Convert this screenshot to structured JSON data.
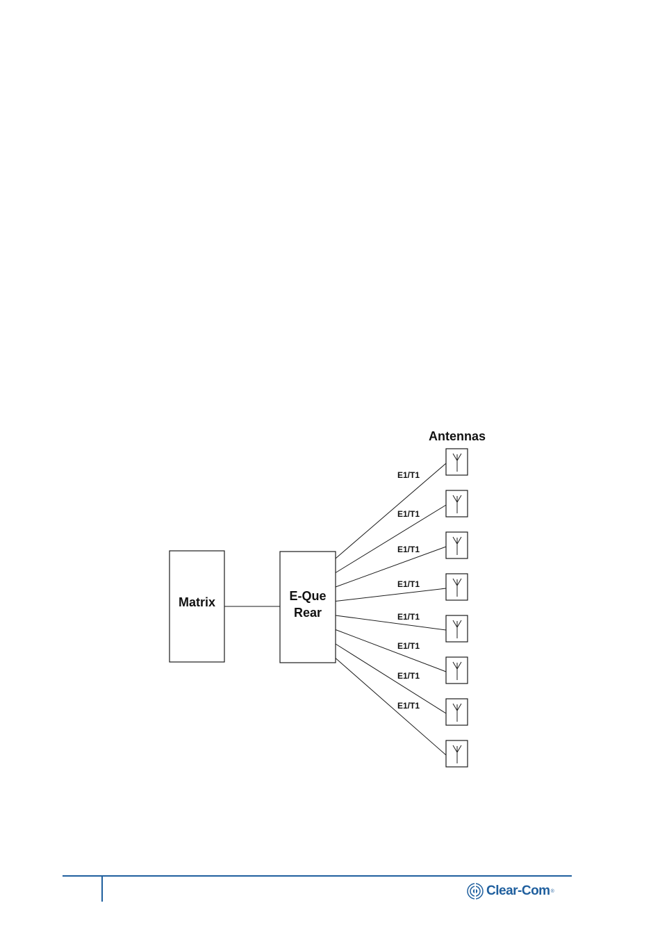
{
  "diagram": {
    "antennas_title": "Antennas",
    "matrix_label": "Matrix",
    "eque_label_line1": "E-Que",
    "eque_label_line2": "Rear",
    "link_labels": [
      "E1/T1",
      "E1/T1",
      "E1/T1",
      "E1/T1",
      "E1/T1",
      "E1/T1",
      "E1/T1",
      "E1/T1"
    ],
    "antenna_count": 8
  },
  "footer": {
    "brand": "Clear-Com",
    "brand_mark": "®",
    "accent_color": "#1f5f9e"
  }
}
